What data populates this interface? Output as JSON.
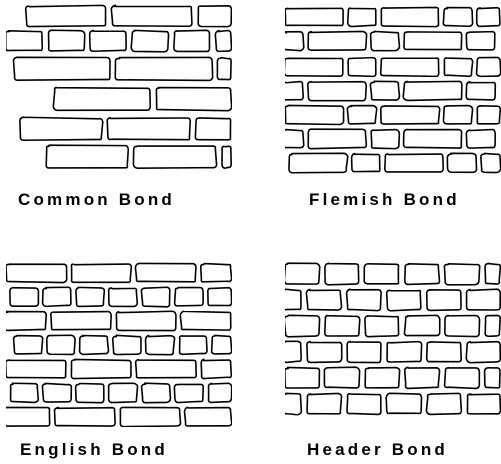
{
  "panels": [
    {
      "id": "common",
      "label": "Common Bond"
    },
    {
      "id": "flemish",
      "label": "Flemish Bond"
    },
    {
      "id": "english",
      "label": "English Bond"
    },
    {
      "id": "header",
      "label": "Header Bond"
    }
  ]
}
